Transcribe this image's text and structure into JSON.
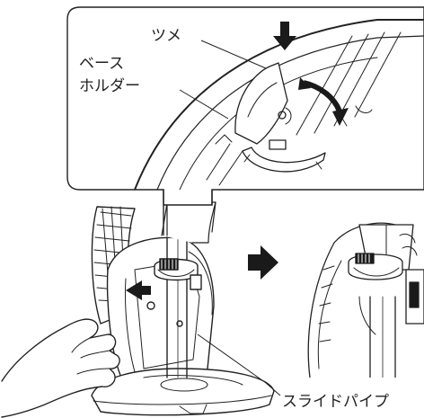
{
  "labels": {
    "claw": "ツメ",
    "base_holder_line1": "ベース",
    "base_holder_line2": "ホルダー",
    "slide_pipe": "スライドパイプ"
  },
  "colors": {
    "line": "#222222",
    "fill_dark": "#1a1a1a",
    "fill_light": "#ffffff",
    "shade": "#d9d9d9"
  },
  "icons": {
    "press_arrow": "down-arrow-icon",
    "rotate_arrow": "curved-rotate-arrow-icon",
    "step_arrow": "right-arrow-icon",
    "hand_push_arrow": "right-arrow-icon"
  }
}
